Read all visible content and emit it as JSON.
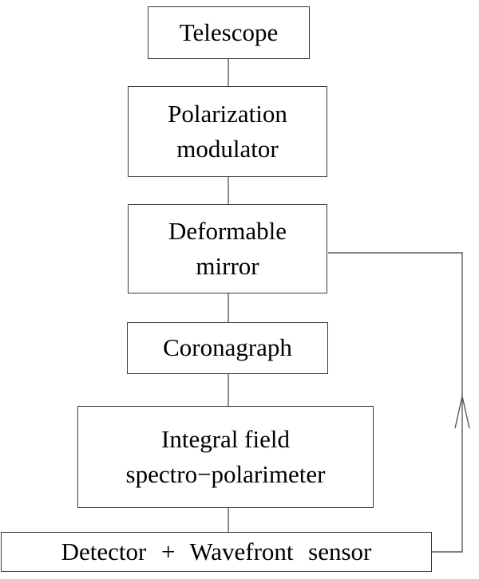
{
  "colors": {
    "background": "#ffffff",
    "box_border": "#3a3a3a",
    "connector_line": "#5a5a5a",
    "text": "#000000"
  },
  "nodes": {
    "telescope": {
      "label": "Telescope"
    },
    "polarization_modulator": {
      "line1": "Polarization",
      "line2": "modulator"
    },
    "deformable_mirror": {
      "line1": "Deformable",
      "line2": "mirror"
    },
    "coronagraph": {
      "label": "Coronagraph"
    },
    "integral_field_spectro_polarimeter": {
      "line1": "Integral field",
      "line2": "spectro−polarimeter"
    },
    "detector_wavefront_sensor": {
      "label": "Detector + Wavefront sensor"
    }
  },
  "edges": [
    {
      "from": "telescope",
      "to": "polarization_modulator",
      "type": "straight"
    },
    {
      "from": "polarization_modulator",
      "to": "deformable_mirror",
      "type": "straight"
    },
    {
      "from": "deformable_mirror",
      "to": "coronagraph",
      "type": "straight"
    },
    {
      "from": "coronagraph",
      "to": "integral_field_spectro_polarimeter",
      "type": "straight"
    },
    {
      "from": "integral_field_spectro_polarimeter",
      "to": "detector_wavefront_sensor",
      "type": "straight"
    },
    {
      "from": "detector_wavefront_sensor",
      "to": "deformable_mirror",
      "type": "feedback-loop-right-side",
      "arrow": "up"
    }
  ]
}
